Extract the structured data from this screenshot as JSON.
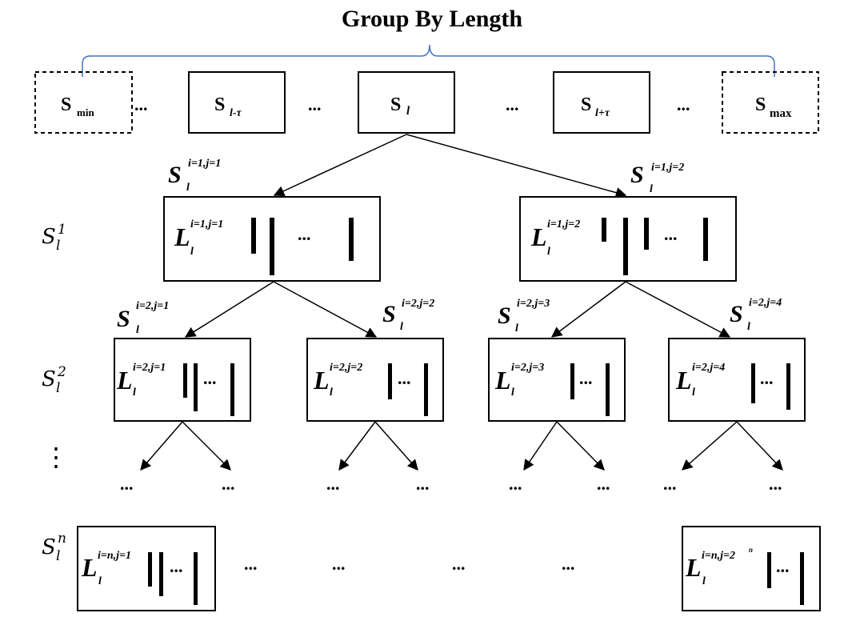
{
  "title": "Group By Length",
  "groups": [
    {
      "id": "min",
      "main": "S",
      "sub": "min",
      "dashed": true
    },
    {
      "id": "l-tau",
      "main": "S",
      "sub": "l-τ",
      "dashed": false
    },
    {
      "id": "l",
      "main": "S",
      "sub": "l",
      "dashed": false
    },
    {
      "id": "l+tau",
      "main": "S",
      "sub": "l+τ",
      "dashed": false
    },
    {
      "id": "max",
      "main": "S",
      "sub": "max",
      "dashed": true
    }
  ],
  "ellipsis": "...",
  "level_labels": [
    {
      "main": "S",
      "sub": "l",
      "sup": "1"
    },
    {
      "main": "S",
      "sub": "l",
      "sup": "2"
    },
    {
      "main": "S",
      "sub": "l",
      "sup": "n"
    }
  ],
  "vertical_ellipsis": "⋮",
  "level1": {
    "edge_labels": [
      {
        "main": "S",
        "sub": "l",
        "sup": "i=1,j=1"
      },
      {
        "main": "S",
        "sub": "l",
        "sup": "i=1,j=2"
      }
    ],
    "nodes": [
      {
        "main": "L",
        "sub": "l",
        "sup": "i=1,j=1"
      },
      {
        "main": "L",
        "sub": "l",
        "sup": "i=1,j=2"
      }
    ]
  },
  "level2": {
    "edge_labels": [
      {
        "main": "S",
        "sub": "l",
        "sup": "i=2,j=1"
      },
      {
        "main": "S",
        "sub": "l",
        "sup": "i=2,j=2"
      },
      {
        "main": "S",
        "sub": "l",
        "sup": "i=2,j=3"
      },
      {
        "main": "S",
        "sub": "l",
        "sup": "i=2,j=4"
      }
    ],
    "nodes": [
      {
        "main": "L",
        "sub": "l",
        "sup": "i=2,j=1"
      },
      {
        "main": "L",
        "sub": "l",
        "sup": "i=2,j=2"
      },
      {
        "main": "L",
        "sub": "l",
        "sup": "i=2,j=3"
      },
      {
        "main": "L",
        "sub": "l",
        "sup": "i=2,j=4"
      }
    ]
  },
  "leveln": {
    "nodes": [
      {
        "main": "L",
        "sub": "l",
        "sup": "i=n,j=1"
      },
      {
        "main": "L",
        "sub": "l",
        "sup": "i=n,j=2",
        "sup_exp": "n"
      }
    ]
  },
  "colors": {
    "brace": "#4472c4",
    "stroke": "#000000"
  }
}
